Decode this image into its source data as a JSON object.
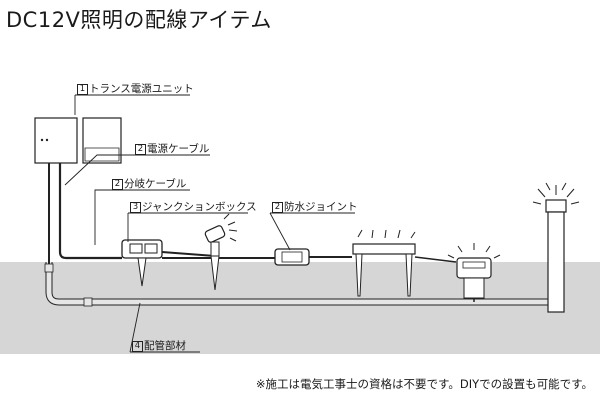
{
  "title": "DC12V照明の配線アイテム",
  "labels": {
    "transformer": {
      "num": "1",
      "text": "トランス電源ユニット"
    },
    "power_cable": {
      "num": "2",
      "text": "電源ケーブル"
    },
    "branch_cable": {
      "num": "2",
      "text": "分岐ケーブル"
    },
    "junction_box": {
      "num": "3",
      "text": "ジャンクションボックス"
    },
    "waterproof_joint": {
      "num": "2",
      "text": "防水ジョイント"
    },
    "conduit": {
      "num": "4",
      "text": "配管部材"
    }
  },
  "note": "※施工は電気工事士の資格は不要です。DIYでの設置も可能です。",
  "colors": {
    "ground": "#d6d6d6",
    "line": "#222222",
    "conduit": "#e6e6e6"
  }
}
